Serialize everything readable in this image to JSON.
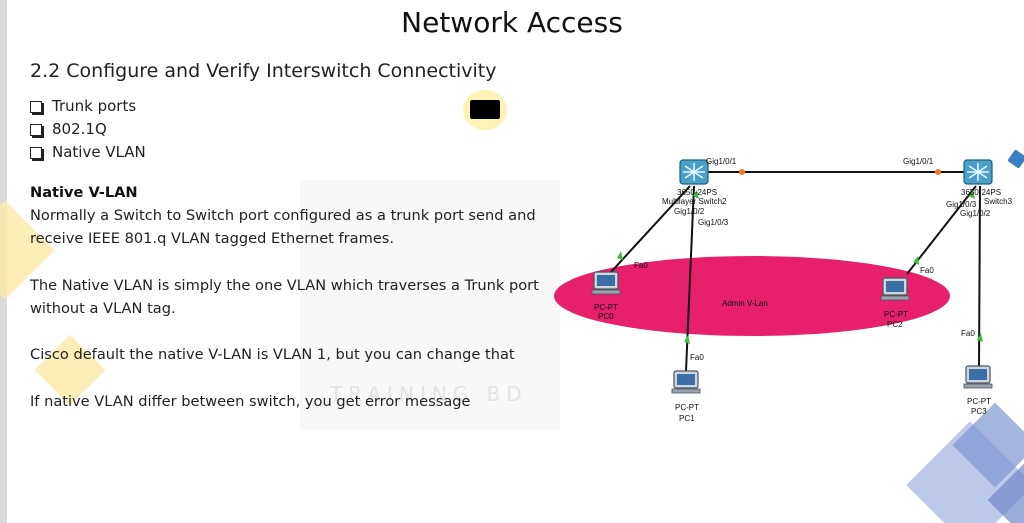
{
  "slide": {
    "title": "Network Access",
    "subtitle": "2.2 Configure and Verify Interswitch Connectivity",
    "bullets": [
      "Trunk ports",
      "802.1Q",
      "Native VLAN"
    ],
    "section_heading": "Native V-LAN",
    "paragraphs": [
      "Normally a Switch to Switch port configured as a trunk port send and receive IEEE 801.q VLAN tagged Ethernet frames.",
      "The Native VLAN is simply the one VLAN which traverses a Trunk port without a VLAN tag.",
      "Cisco default the native V-LAN is VLAN 1, but you can change that",
      "If native VLAN differ between switch, you get error message"
    ],
    "watermark": "TRAINING BD"
  },
  "diagram": {
    "zone_label": "Admin V-Lan",
    "switch2": {
      "model": "3650-24PS",
      "name": "Multilayer Switch2"
    },
    "switch3": {
      "model": "3650-24PS",
      "name": "Switch3"
    },
    "trunk_port_left": "Gig1/0/1",
    "trunk_port_right": "Gig1/0/1",
    "sw2_port_pc0": "Gig1/0/2",
    "sw2_port_pc1": "Gig1/0/3",
    "sw3_port_pc2": "Gig1/0/3",
    "sw3_port_pc3": "Gig1/0/2",
    "pc0": {
      "type": "PC-PT",
      "name": "PC0",
      "port": "Fa0"
    },
    "pc1": {
      "type": "PC-PT",
      "name": "PC1",
      "port": "Fa0"
    },
    "pc2": {
      "type": "PC-PT",
      "name": "PC2",
      "port": "Fa0"
    },
    "pc3": {
      "type": "PC-PT",
      "name": "PC3",
      "port": "Fa0"
    }
  },
  "colors": {
    "zone": "#e6206b",
    "link_up": "#3bbf3b",
    "trunk_dot": "#f07a1a",
    "decor_yellow": "#fde9a8",
    "decor_blue": "#7d95d0"
  }
}
